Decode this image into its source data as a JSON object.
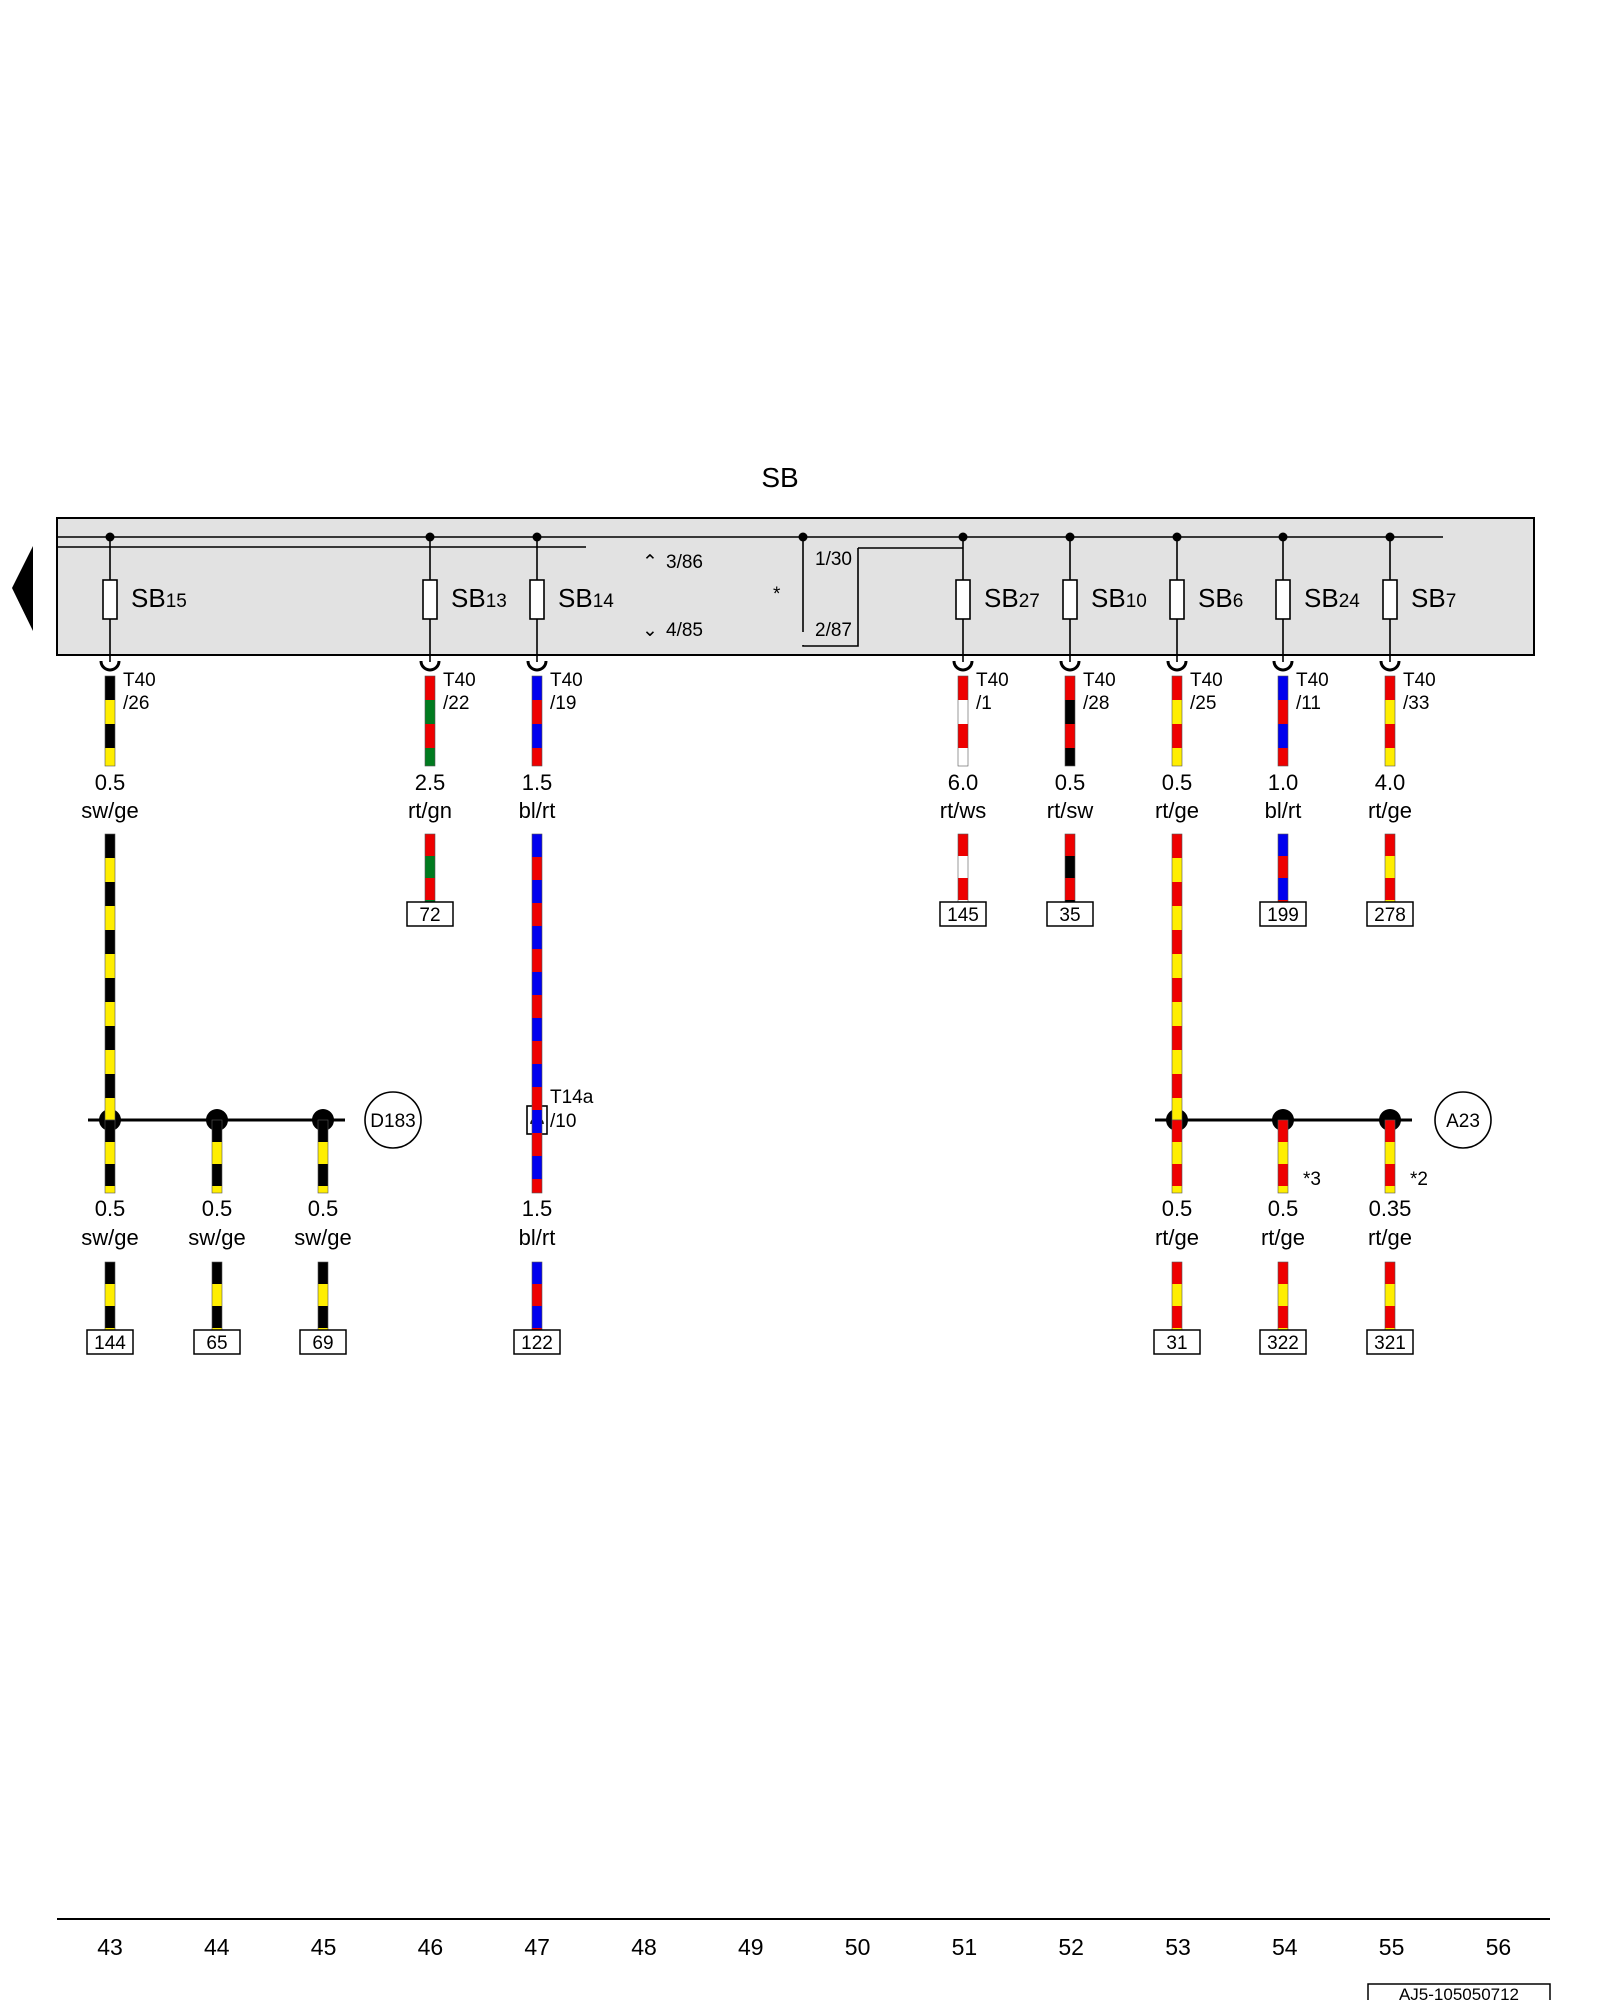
{
  "module_label": "SB",
  "relay_note_mark": "*",
  "relay_contacts": [
    "3/86",
    "4/85",
    "1/30",
    "2/87"
  ],
  "colors": {
    "sw": "#000000",
    "ge": "#ffee00",
    "rt": "#ee0000",
    "gn": "#007a1f",
    "bl": "#0000ee",
    "ws": "#ffffff",
    "module_fill": "#e2e2e2"
  },
  "fuses": [
    {
      "prefix": "SB",
      "num": "15",
      "conn": "T40",
      "pin": "/26",
      "size": "0.5",
      "code": "sw/ge",
      "colors": [
        "sw",
        "ge"
      ],
      "ref": ""
    },
    {
      "prefix": "SB",
      "num": "13",
      "conn": "T40",
      "pin": "/22",
      "size": "2.5",
      "code": "rt/gn",
      "colors": [
        "rt",
        "gn"
      ],
      "ref": "72"
    },
    {
      "prefix": "SB",
      "num": "14",
      "conn": "T40",
      "pin": "/19",
      "size": "1.5",
      "code": "bl/rt",
      "colors": [
        "bl",
        "rt"
      ],
      "ref": ""
    },
    {
      "prefix": "SB",
      "num": "27",
      "conn": "T40",
      "pin": "/1",
      "size": "6.0",
      "code": "rt/ws",
      "colors": [
        "rt",
        "ws"
      ],
      "ref": "145"
    },
    {
      "prefix": "SB",
      "num": "10",
      "conn": "T40",
      "pin": "/28",
      "size": "0.5",
      "code": "rt/sw",
      "colors": [
        "rt",
        "sw"
      ],
      "ref": "35"
    },
    {
      "prefix": "SB",
      "num": "6",
      "conn": "T40",
      "pin": "/25",
      "size": "0.5",
      "code": "rt/ge",
      "colors": [
        "rt",
        "ge"
      ],
      "ref": ""
    },
    {
      "prefix": "SB",
      "num": "24",
      "conn": "T40",
      "pin": "/11",
      "size": "1.0",
      "code": "bl/rt",
      "colors": [
        "bl",
        "rt"
      ],
      "ref": "199"
    },
    {
      "prefix": "SB",
      "num": "7",
      "conn": "T40",
      "pin": "/33",
      "size": "4.0",
      "code": "rt/ge",
      "colors": [
        "rt",
        "ge"
      ],
      "ref": "278"
    }
  ],
  "splices": [
    {
      "label": "D183",
      "colors": [
        "sw",
        "ge"
      ],
      "branches": [
        {
          "size": "0.5",
          "code": "sw/ge",
          "ref": "144",
          "note": ""
        },
        {
          "size": "0.5",
          "code": "sw/ge",
          "ref": "65",
          "note": ""
        },
        {
          "size": "0.5",
          "code": "sw/ge",
          "ref": "69",
          "note": ""
        }
      ]
    },
    {
      "label": "A23",
      "colors": [
        "rt",
        "ge"
      ],
      "branches": [
        {
          "size": "0.5",
          "code": "rt/ge",
          "ref": "31",
          "note": ""
        },
        {
          "size": "0.5",
          "code": "rt/ge",
          "ref": "322",
          "note": "*3"
        },
        {
          "size": "0.35",
          "code": "rt/ge",
          "ref": "321",
          "note": "*2"
        }
      ]
    }
  ],
  "inline_connector": {
    "conn": "T14a",
    "pin": "/10",
    "size": "1.5",
    "code": "bl/rt",
    "colors": [
      "bl",
      "rt"
    ],
    "ref": "122"
  },
  "column_numbers": [
    "43",
    "44",
    "45",
    "46",
    "47",
    "48",
    "49",
    "50",
    "51",
    "52",
    "53",
    "54",
    "55",
    "56"
  ],
  "doc_id": "AJ5-105050712"
}
